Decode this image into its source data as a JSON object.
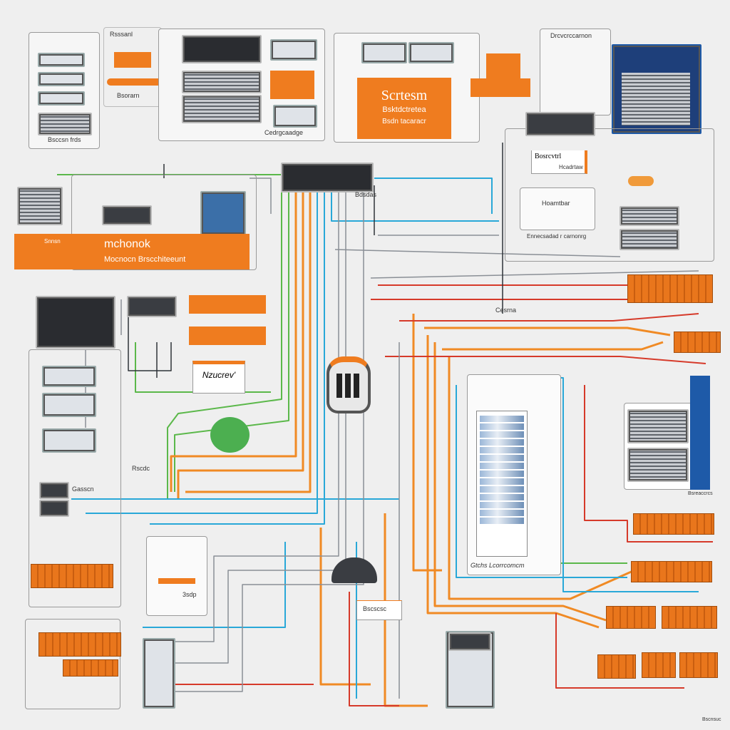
{
  "banner": {
    "title": "mchonok",
    "subtitle": "Mocnocn Brscchiteeunt",
    "tag": "Snnsn"
  },
  "system_box": {
    "title": "Scrtesm",
    "line1": "Bsktdctretea",
    "line2": "Bsdn tacaracr"
  },
  "card_label": "Nzucrev'",
  "right_panel": {
    "title": "Bosrcvtrl",
    "subtitle": "Hcadrtaw",
    "box_label": "Hoamtbar",
    "footer": "Ennecsadad r carnonrg"
  },
  "rack_label": "Gtchs Lcorrcomcm",
  "small_labels": {
    "top_group": "Cedrgcaadge",
    "top_left": "Rsssanl",
    "top_left2": "Bsorarn",
    "top_left_cab": "Bsccsn frds",
    "top_right": "Drcvcrccarnon",
    "switch": "Bdsdas",
    "mid_left": "Rscdc",
    "bottom_mid": "Bscscsc",
    "bottom_left": "3sdp",
    "right_server": "Bsreaccrcs",
    "bottom_right": "Bscnsuc",
    "left_label": "Gasscn",
    "hub_label": "Cesrna"
  },
  "colors": {
    "orange": "#ef7c1f",
    "blue": "#1e5aa8",
    "green": "#4caf50",
    "cyan": "#29a8d8",
    "red": "#d63a2a",
    "dark": "#3a3d42"
  }
}
